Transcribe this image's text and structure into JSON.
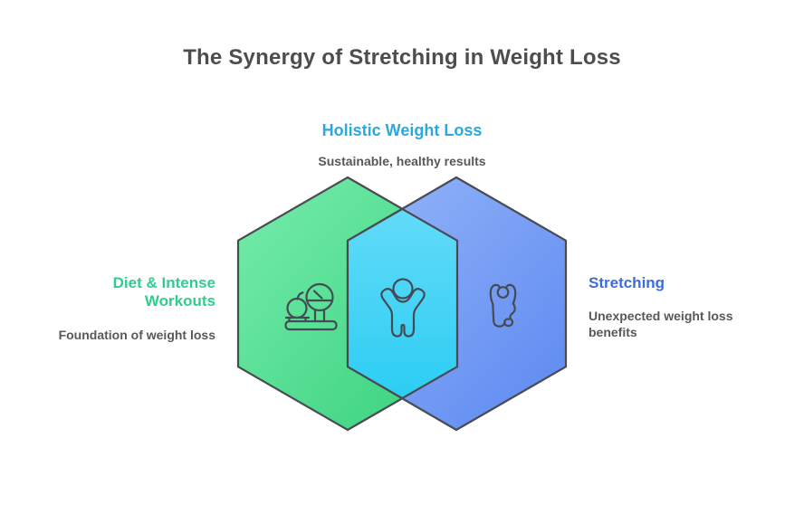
{
  "title": {
    "text": "The Synergy of Stretching in Weight Loss",
    "color": "#4d4d51"
  },
  "nodes": {
    "top": {
      "label": "Holistic Weight Loss",
      "description": "Sustainable, healthy results",
      "label_color": "#29a9e0"
    },
    "left": {
      "label": "Diet & Intense Workouts",
      "description": "Foundation of weight loss",
      "label_color": "#2fce8e"
    },
    "right": {
      "label": "Stretching",
      "description": "Unexpected weight loss benefits",
      "label_color": "#3c6ce2"
    }
  },
  "description_color": "#57585a",
  "hexagons": {
    "outline_color": "#4a4a52",
    "green": {
      "from": "#76edac",
      "to": "#38d07d"
    },
    "blue": {
      "from": "#95b6f8",
      "to": "#5b88f1"
    },
    "overlap": {
      "from": "#62dbf8",
      "to": "#2ccdf3"
    }
  },
  "icons": {
    "left": "scale-with-apple-icon",
    "center": "cheering-person-icon",
    "right": "stretching-person-icon",
    "stroke_color": "#454b54"
  }
}
